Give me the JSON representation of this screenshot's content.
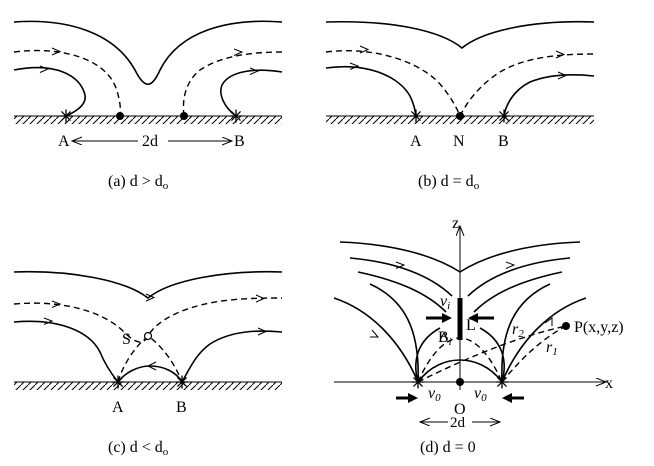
{
  "panels": {
    "a": {
      "caption": "(a) d > d",
      "caption_sub": "o",
      "label_a": "A",
      "label_b": "B",
      "label_2d": "2d"
    },
    "b": {
      "caption": "(b) d = d",
      "caption_sub": "o",
      "label_a": "A",
      "label_n": "N",
      "label_b": "B"
    },
    "c": {
      "caption": "(c) d < d",
      "caption_sub": "o",
      "label_a": "A",
      "label_b": "B",
      "label_s": "S"
    },
    "d": {
      "caption": "(d) d = 0",
      "axis_z": "z",
      "axis_x": "x",
      "label_o": "O",
      "label_l": "L",
      "label_b": "B",
      "label_b_sub": "i",
      "label_v": "v",
      "label_v_sub": "i",
      "label_v0": "v",
      "label_v0_sub": "0",
      "label_r": "r",
      "label_r1_sub": "1",
      "label_r2_sub": "2",
      "label_p": "P(x,y,z)",
      "label_2d": "2d"
    }
  }
}
